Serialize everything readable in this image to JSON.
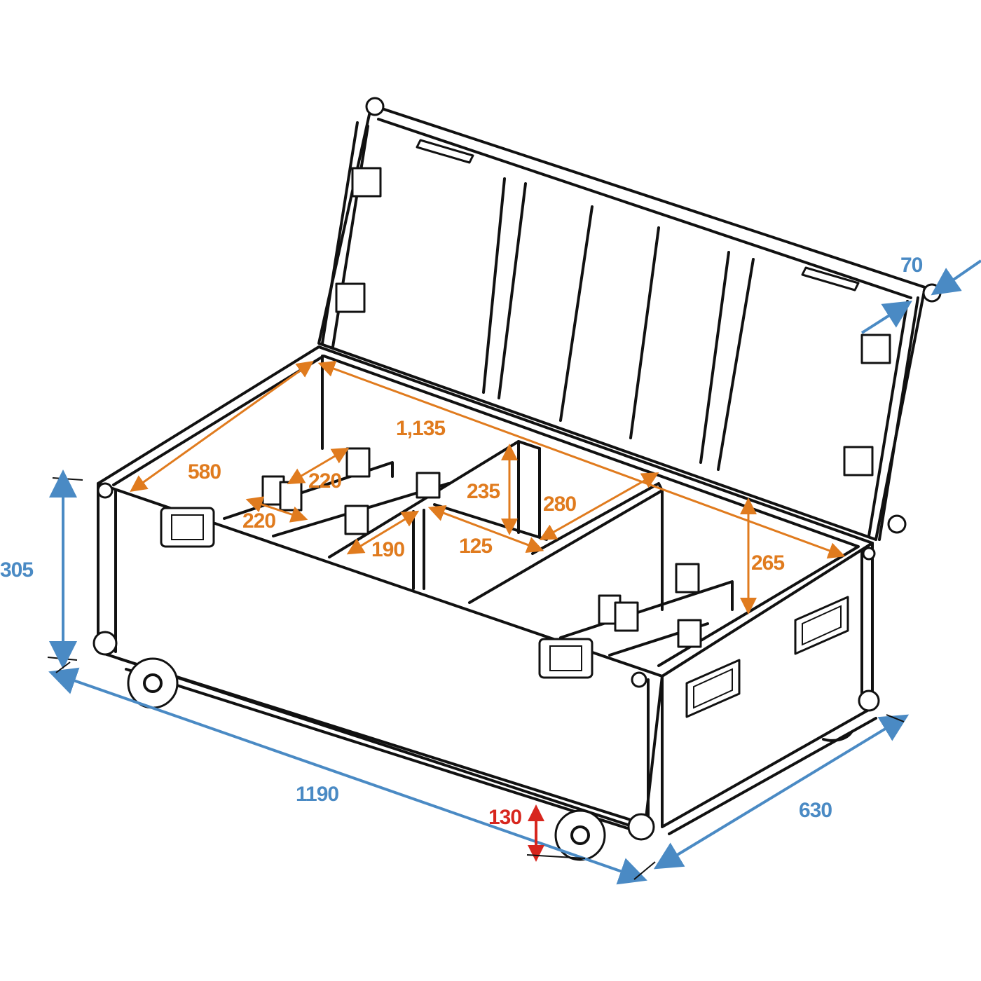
{
  "diagram": {
    "subject": "Flight case with open lid, wheels and interior dividers",
    "colors": {
      "outline": "#111111",
      "exterior_dimension": "#4a8ac4",
      "interior_dimension": "#e07b1e",
      "wheel_dimension": "#d7261e",
      "background": "#ffffff"
    },
    "exterior_dimensions": {
      "height": "305",
      "length": "1190",
      "depth": "630",
      "lid_depth": "70"
    },
    "wheel_dimension": {
      "height": "130"
    },
    "interior_dimensions": {
      "length": "1,135",
      "width": "580",
      "height": "265",
      "compartment_a": "220",
      "compartment_b": "220",
      "compartment_c": "190",
      "compartment_d": "235",
      "compartment_e": "125",
      "compartment_f": "280"
    }
  }
}
